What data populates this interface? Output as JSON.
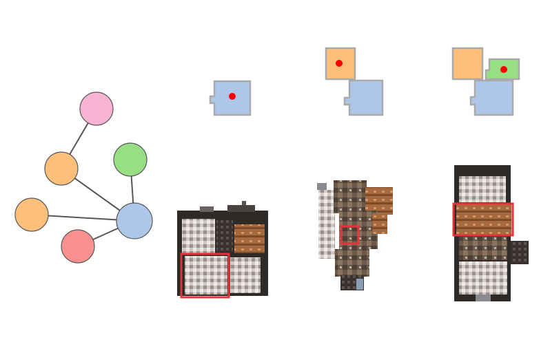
{
  "graph": {
    "nodes": [
      {
        "id": "pink",
        "color": "#f6b3d2"
      },
      {
        "id": "orange-upper",
        "color": "#fdbf7c"
      },
      {
        "id": "green",
        "color": "#98de85"
      },
      {
        "id": "orange-lower",
        "color": "#fdbf7c"
      },
      {
        "id": "blue",
        "color": "#aec6e8"
      },
      {
        "id": "red",
        "color": "#f99090"
      }
    ],
    "edges": [
      [
        "pink",
        "orange-upper"
      ],
      [
        "orange-upper",
        "blue"
      ],
      [
        "green",
        "blue"
      ],
      [
        "orange-lower",
        "blue"
      ],
      [
        "red",
        "blue"
      ]
    ]
  },
  "colors": {
    "edge": "#555555",
    "node_stroke": "#555555",
    "room_border": "#aaaaaa",
    "marker": "#ff0000",
    "highlight_box": "#e8323a"
  },
  "layout_steps": [
    {
      "rooms": [
        "blue"
      ],
      "marker_room": "blue"
    },
    {
      "rooms": [
        "orange",
        "blue"
      ],
      "marker_room": "orange"
    },
    {
      "rooms": [
        "orange",
        "green",
        "blue"
      ],
      "marker_room": "green"
    }
  ],
  "scene_views": [
    {
      "name": "scene-1"
    },
    {
      "name": "scene-2"
    },
    {
      "name": "scene-3"
    }
  ]
}
